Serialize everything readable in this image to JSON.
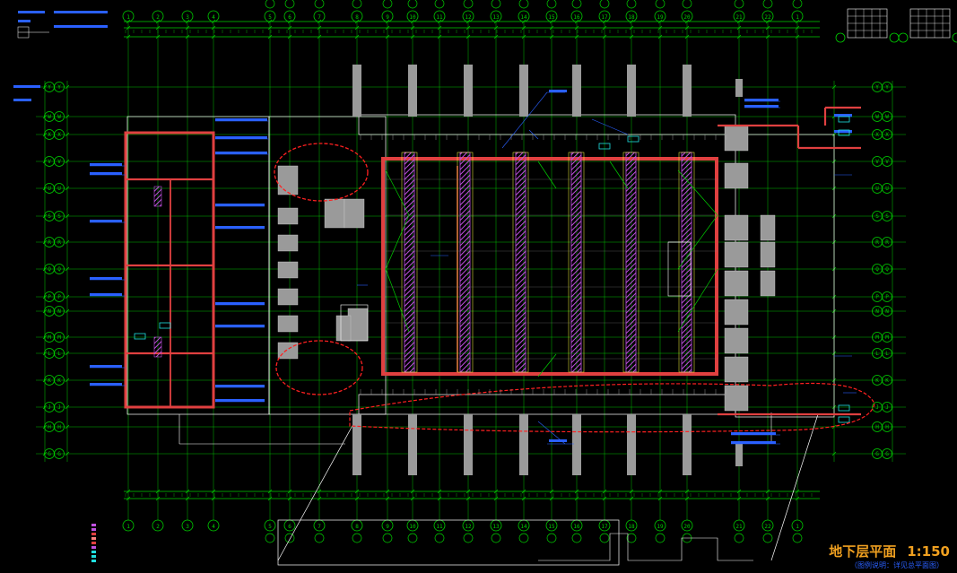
{
  "drawing": {
    "title": "地下层平面",
    "scale": "1:150",
    "subtitle": "（图例说明：详见总平面图）"
  },
  "grid": {
    "columns": [
      "1",
      "2",
      "3",
      "4",
      "5",
      "6",
      "7",
      "8",
      "9",
      "10",
      "11",
      "12",
      "13",
      "14",
      "15",
      "16",
      "17",
      "18",
      "19",
      "20",
      "21",
      "22"
    ],
    "rows": [
      "Y",
      "W",
      "X",
      "V",
      "U",
      "S",
      "R",
      "Q",
      "P",
      "N",
      "M",
      "L",
      "K",
      "J",
      "H",
      "G",
      "F",
      "E",
      "D",
      "C",
      "B",
      "A"
    ]
  },
  "colors": {
    "background": "#000000",
    "grid_axis": "#00d000",
    "wall": "#e04040",
    "structure": "#ffffff",
    "annotation": "#2a60ff",
    "hatch": "#c050e0",
    "revision_cloud": "#ff2020",
    "column": "#9a9a9a",
    "title": "#f0a020"
  }
}
